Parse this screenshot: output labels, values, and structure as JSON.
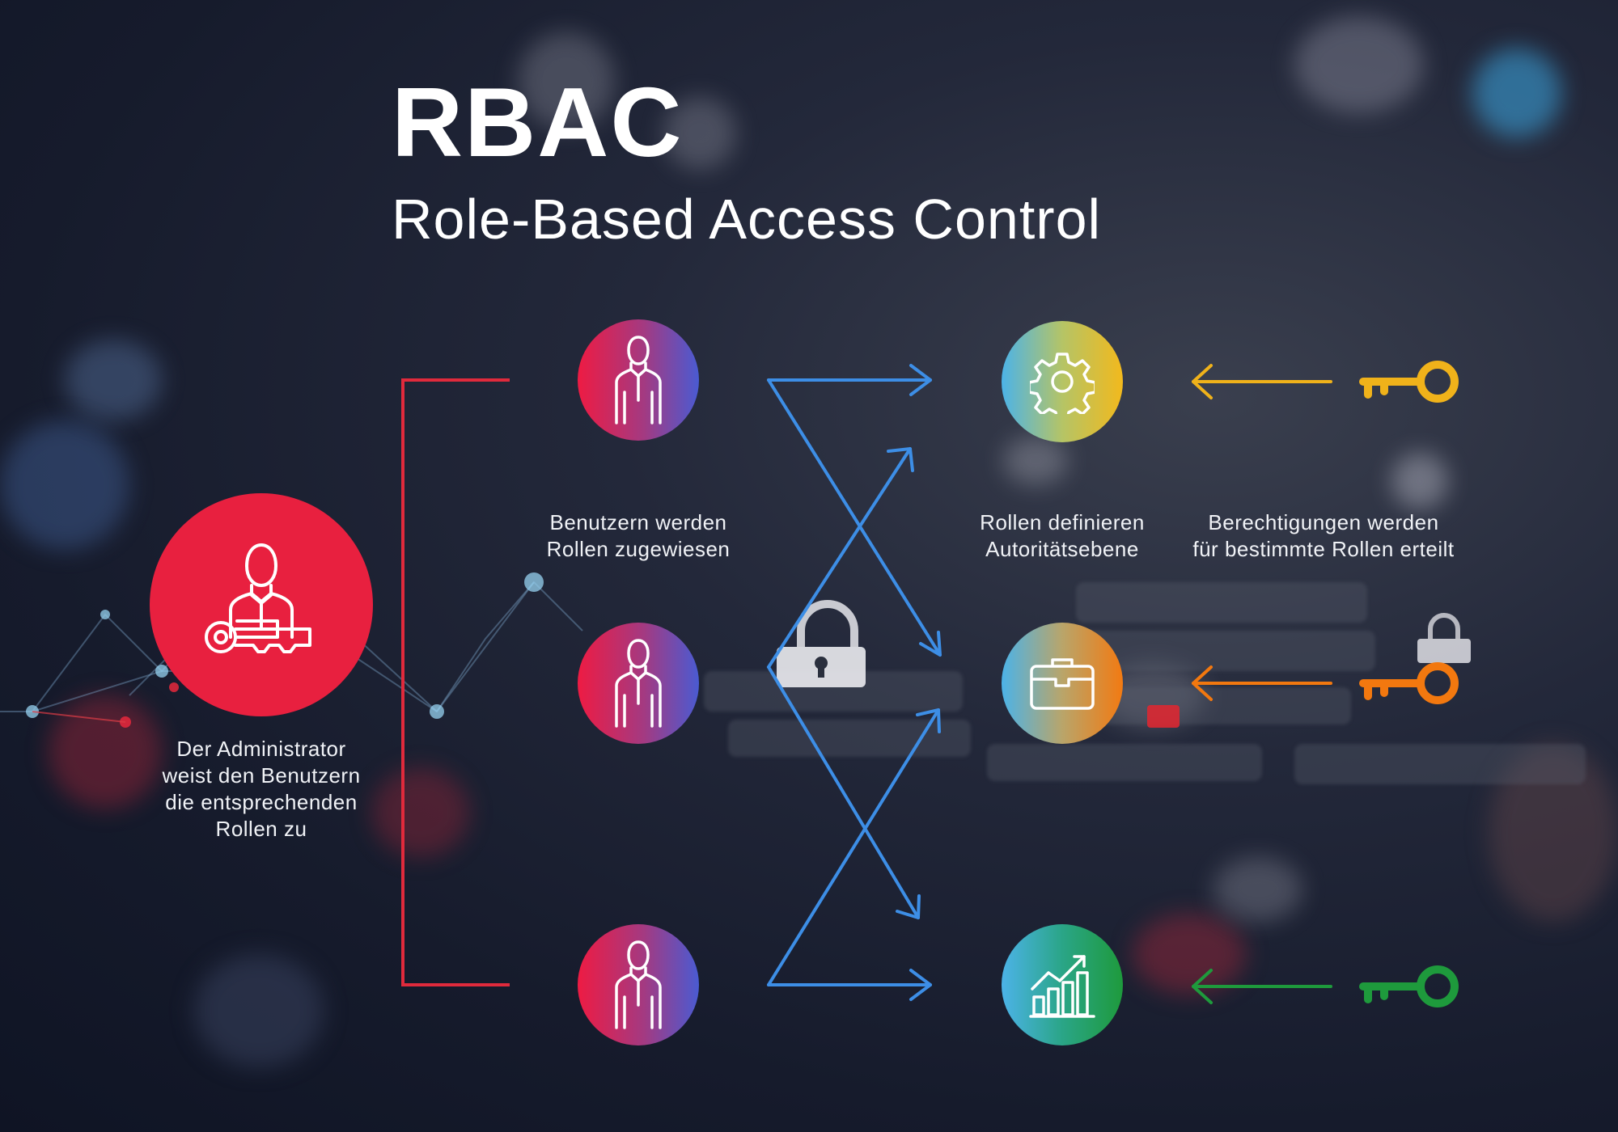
{
  "title": "RBAC",
  "subtitle": "Role-Based Access Control",
  "administrator": {
    "icon": "administrator-with-key-icon",
    "color": "#e8203f",
    "caption": [
      "Der Administrator",
      "weist den Benutzern",
      "die entsprechenden",
      "Rollen zu"
    ]
  },
  "users": {
    "icon": "user-icon",
    "count": 3,
    "caption": [
      "Benutzern werden",
      "Rollen zugewiesen"
    ]
  },
  "roles": {
    "icons": [
      "gear-icon",
      "briefcase-icon",
      "growth-chart-icon"
    ],
    "caption": [
      "Rollen definieren",
      "Autoritätsebene"
    ]
  },
  "permissions": {
    "icon": "key-icon",
    "key_colors": [
      "#f0b21a",
      "#f2780f",
      "#1e9a3c"
    ],
    "caption": [
      "Berechtigungen werden",
      "für bestimmte Rollen erteilt"
    ]
  },
  "colors": {
    "admin_red": "#e8203f",
    "bracket_red": "#e02a3c",
    "arrow_blue": "#3d8ee6"
  }
}
